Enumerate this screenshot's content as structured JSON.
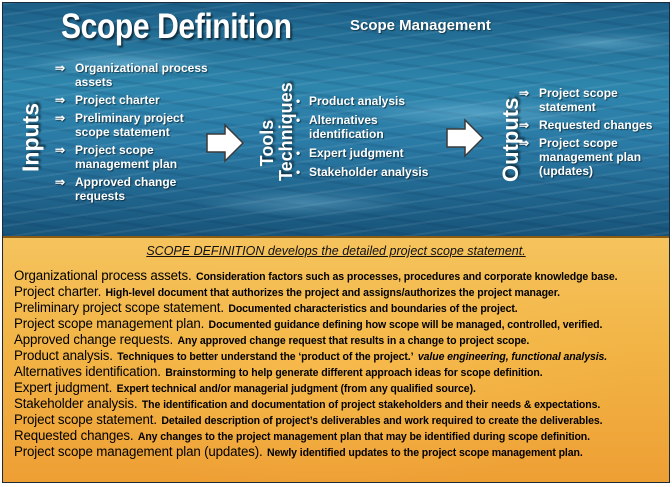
{
  "title": "Scope Definition",
  "subtitle": "Scope Management",
  "sections": {
    "inputs_label": "Inputs",
    "tools_label_1": "Tools",
    "tools_label_2": "Techniques",
    "outputs_label": "Outputs"
  },
  "markers": {
    "arrow": "⇒",
    "bullet": "•"
  },
  "inputs": [
    "Organizational process assets",
    "Project charter",
    "Preliminary project scope statement",
    "Project scope management plan",
    "Approved change requests"
  ],
  "tools": [
    "Product analysis",
    "Alternatives identification",
    "Expert judgment",
    "Stakeholder analysis"
  ],
  "outputs": [
    "Project scope statement",
    "Requested changes",
    "Project scope management plan (updates)"
  ],
  "headline": "SCOPE DEFINITION develops the detailed project scope statement.",
  "definitions": [
    {
      "term": "Organizational process assets.",
      "desc": "Consideration factors such as processes, procedures and corporate knowledge base.",
      "emph": ""
    },
    {
      "term": "Project charter.",
      "desc": "High-level document that authorizes the project and assigns/authorizes the project manager.",
      "emph": ""
    },
    {
      "term": "Preliminary project scope statement.",
      "desc": "Documented characteristics and boundaries of the project.",
      "emph": ""
    },
    {
      "term": "Project scope management plan.",
      "desc": "Documented guidance defining how scope will be managed, controlled, verified.",
      "emph": ""
    },
    {
      "term": "Approved change requests.",
      "desc": "Any approved change request that results in a change to project scope.",
      "emph": ""
    },
    {
      "term": "Product analysis.",
      "desc": "Techniques to better understand the ‘product of the project.’",
      "emph": "value engineering, functional analysis."
    },
    {
      "term": "Alternatives identification.",
      "desc": "Brainstorming to help generate different approach ideas for scope definition.",
      "emph": ""
    },
    {
      "term": "Expert judgment.",
      "desc": "Expert technical and/or managerial judgment (from any qualified source).",
      "emph": ""
    },
    {
      "term": "Stakeholder analysis.",
      "desc": "The identification and documentation of project stakeholders and their needs & expectations.",
      "emph": ""
    },
    {
      "term": "Project scope statement.",
      "desc": "Detailed description of project’s deliverables and work required to create the deliverables.",
      "emph": ""
    },
    {
      "term": "Requested changes.",
      "desc": "Any changes to the project management plan that may be identified during scope definition.",
      "emph": ""
    },
    {
      "term": "Project scope management plan (updates).",
      "desc": "Newly identified updates to the project scope management plan.",
      "emph": ""
    }
  ],
  "colors": {
    "water_top": "#1c5f87",
    "water_mid": "#2e86ad",
    "panel_orange": "#f2b445",
    "text_light": "#ffffff",
    "text_dark": "#000000"
  }
}
